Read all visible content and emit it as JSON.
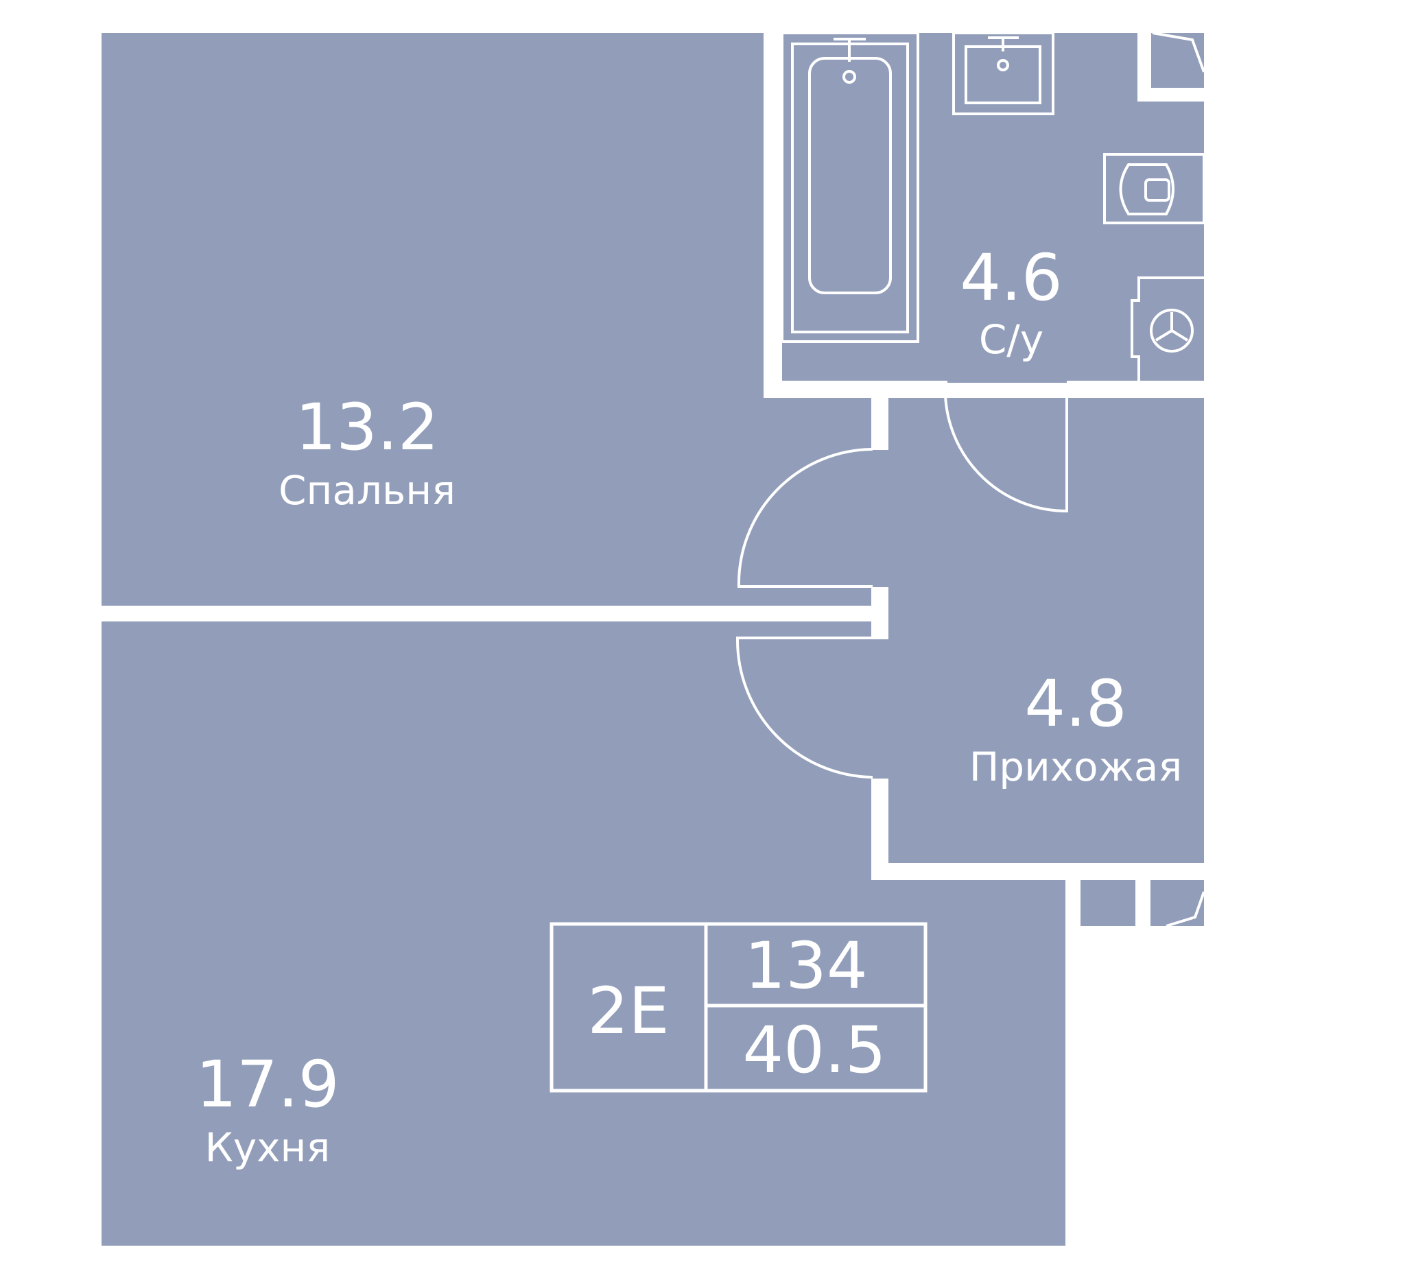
{
  "colors": {
    "room_fill": "#919db9",
    "wall": "#ffffff",
    "background": "#ffffff"
  },
  "rooms": {
    "bedroom": {
      "area": "13.2",
      "name": "Спальня"
    },
    "bathroom": {
      "area": "4.6",
      "name": "С/у"
    },
    "hallway": {
      "area": "4.8",
      "name": "Прихожая"
    },
    "kitchen": {
      "area": "17.9",
      "name": "Кухня"
    }
  },
  "badge": {
    "type": "2E",
    "number": "134",
    "total_area": "40.5"
  },
  "fixtures": [
    "bathtub-icon",
    "sink-icon",
    "toilet-icon",
    "floor-drain-icon"
  ]
}
